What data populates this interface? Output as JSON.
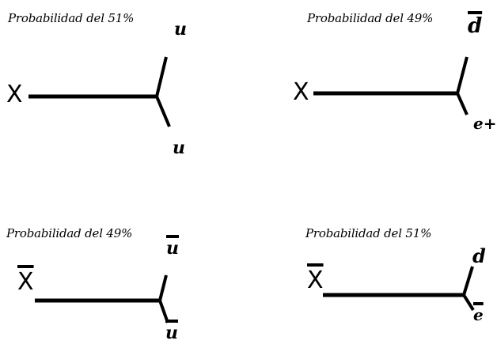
{
  "diagrams": [
    {
      "caption": "Probabilidad del 51%",
      "parent": "X",
      "upper": "u",
      "lower": "u"
    },
    {
      "caption": "Probabilidad del 49%",
      "parent": "X",
      "upper": "d",
      "lower": "e+"
    },
    {
      "caption": "Probabilidad del 49%",
      "parent": "X",
      "upper": "u",
      "lower": "u"
    },
    {
      "caption": "Probabilidad del 51%",
      "parent": "X",
      "upper": "d",
      "lower": "e"
    }
  ]
}
